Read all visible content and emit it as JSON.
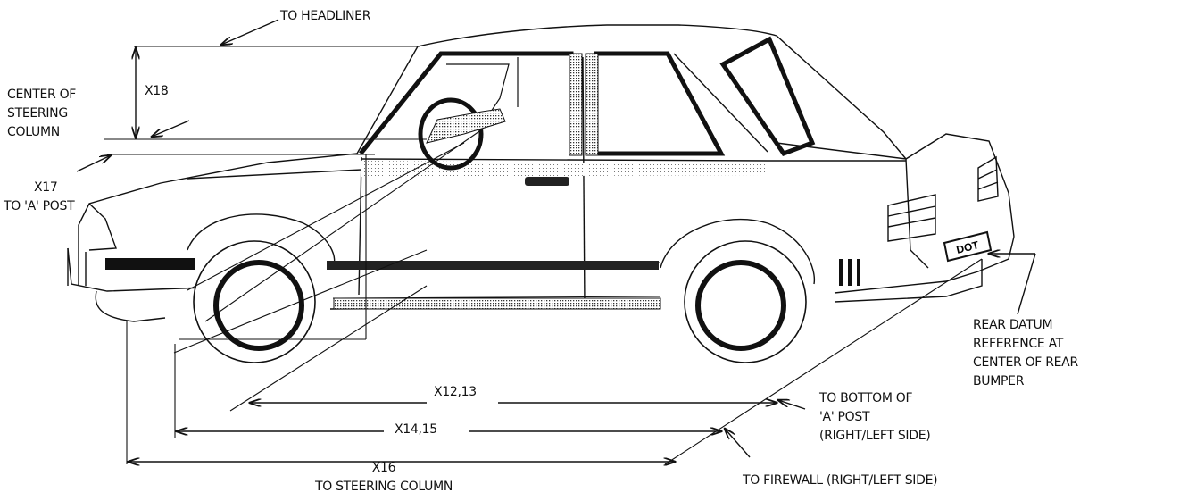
{
  "labels": {
    "to_headliner": "TO HEADLINER",
    "x18": "X18",
    "center_steering": [
      "CENTER OF",
      "STEERING",
      "COLUMN"
    ],
    "x17": [
      "X17",
      "TO 'A' POST"
    ],
    "dot": "DOT",
    "rear_datum": [
      "REAR DATUM",
      "REFERENCE AT",
      "CENTER OF REAR",
      "BUMPER"
    ],
    "x12_13": "X12,13",
    "to_bottom_a_post": [
      "TO BOTTOM OF",
      "'A' POST",
      "(RIGHT/LEFT SIDE)"
    ],
    "x14_15": "X14,15",
    "x16": [
      "X16",
      "TO STEERING COLUMN"
    ],
    "to_firewall": "TO FIREWALL (RIGHT/LEFT SIDE)"
  }
}
